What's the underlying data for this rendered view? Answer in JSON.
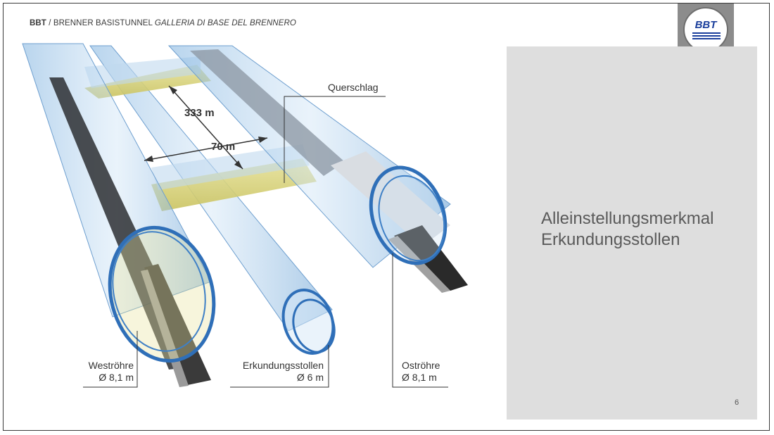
{
  "header": {
    "bold": "BBT",
    "rest": " / BRENNER BASISTUNNEL ",
    "italic": "GALLERIA DI BASE DEL BRENNERO"
  },
  "logo": {
    "text": "BBT"
  },
  "labels": {
    "querschlag": "Querschlag",
    "dist_333": "333 m",
    "dist_70": "70 m",
    "west_name": "Weströhre",
    "west_dia": "Ø 8,1 m",
    "erk_name": "Erkundungsstollen",
    "erk_dia": "Ø 6 m",
    "ost_name": "Oströhre",
    "ost_dia": "Ø 8,1 m"
  },
  "panel": {
    "line1": "Alleinstellungsmerkmal",
    "line2": "Erkundungsstollen"
  },
  "page_number": "6",
  "colors": {
    "tube": "#9cc4e8",
    "ring": "#2f6fb8",
    "crosscut": "#d8d27a",
    "panel": "#dedede"
  }
}
